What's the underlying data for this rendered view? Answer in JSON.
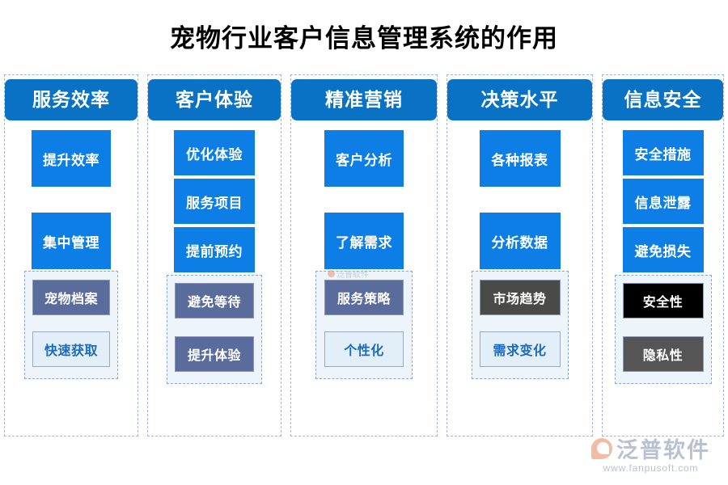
{
  "title": "宠物行业客户信息管理系统的作用",
  "colors": {
    "header_blue": "#0a72c4",
    "node_blue": "#0d7ee6",
    "node_slate": "#5a6c9b",
    "node_dark_gray": "#4a4a48",
    "node_mid_gray": "#555555",
    "node_black": "#000000",
    "node_light_blue": "#e2eff8",
    "light_blue_text": "#1a6bbf",
    "dashed_border": "#9fb6d8",
    "subgroup_bg": "#edf5fb",
    "logo_color": "#8e9bb5",
    "logo_mark": "#e8956c"
  },
  "columns": [
    {
      "header": "服务效率",
      "nodes": [
        {
          "label": "提升效率",
          "style": "blue"
        },
        {
          "label": "集中管理",
          "style": "blue"
        }
      ],
      "subgroup": [
        {
          "label": "宠物档案",
          "style": "slate"
        },
        {
          "label": "快速获取",
          "style": "lightblue"
        }
      ]
    },
    {
      "header": "客户体验",
      "nodes": [
        {
          "label": "优化体验",
          "style": "blue"
        },
        {
          "label": "服务项目",
          "style": "blue"
        },
        {
          "label": "提前预约",
          "style": "blue"
        }
      ],
      "subgroup": [
        {
          "label": "避免等待",
          "style": "slate"
        },
        {
          "label": "提升体验",
          "style": "slate"
        }
      ]
    },
    {
      "header": "精准营销",
      "nodes": [
        {
          "label": "客户分析",
          "style": "blue"
        },
        {
          "label": "了解需求",
          "style": "blue"
        }
      ],
      "subgroup": [
        {
          "label": "服务策略",
          "style": "slate"
        },
        {
          "label": "个性化",
          "style": "lightblue"
        }
      ]
    },
    {
      "header": "决策水平",
      "nodes": [
        {
          "label": "各种报表",
          "style": "blue"
        },
        {
          "label": "分析数据",
          "style": "blue"
        }
      ],
      "subgroup": [
        {
          "label": "市场趋势",
          "style": "darkgray"
        },
        {
          "label": "需求变化",
          "style": "lightblue"
        }
      ]
    },
    {
      "header": "信息安全",
      "nodes": [
        {
          "label": "安全措施",
          "style": "blue"
        },
        {
          "label": "信息泄露",
          "style": "blue"
        },
        {
          "label": "避免损失",
          "style": "blue"
        }
      ],
      "subgroup": [
        {
          "label": "安全性",
          "style": "black"
        },
        {
          "label": "隐私性",
          "style": "midgray"
        }
      ]
    }
  ],
  "watermark": {
    "text": "泛普软件"
  },
  "logo": {
    "name": "泛普软件",
    "url": "www.fanpusoft.com"
  }
}
